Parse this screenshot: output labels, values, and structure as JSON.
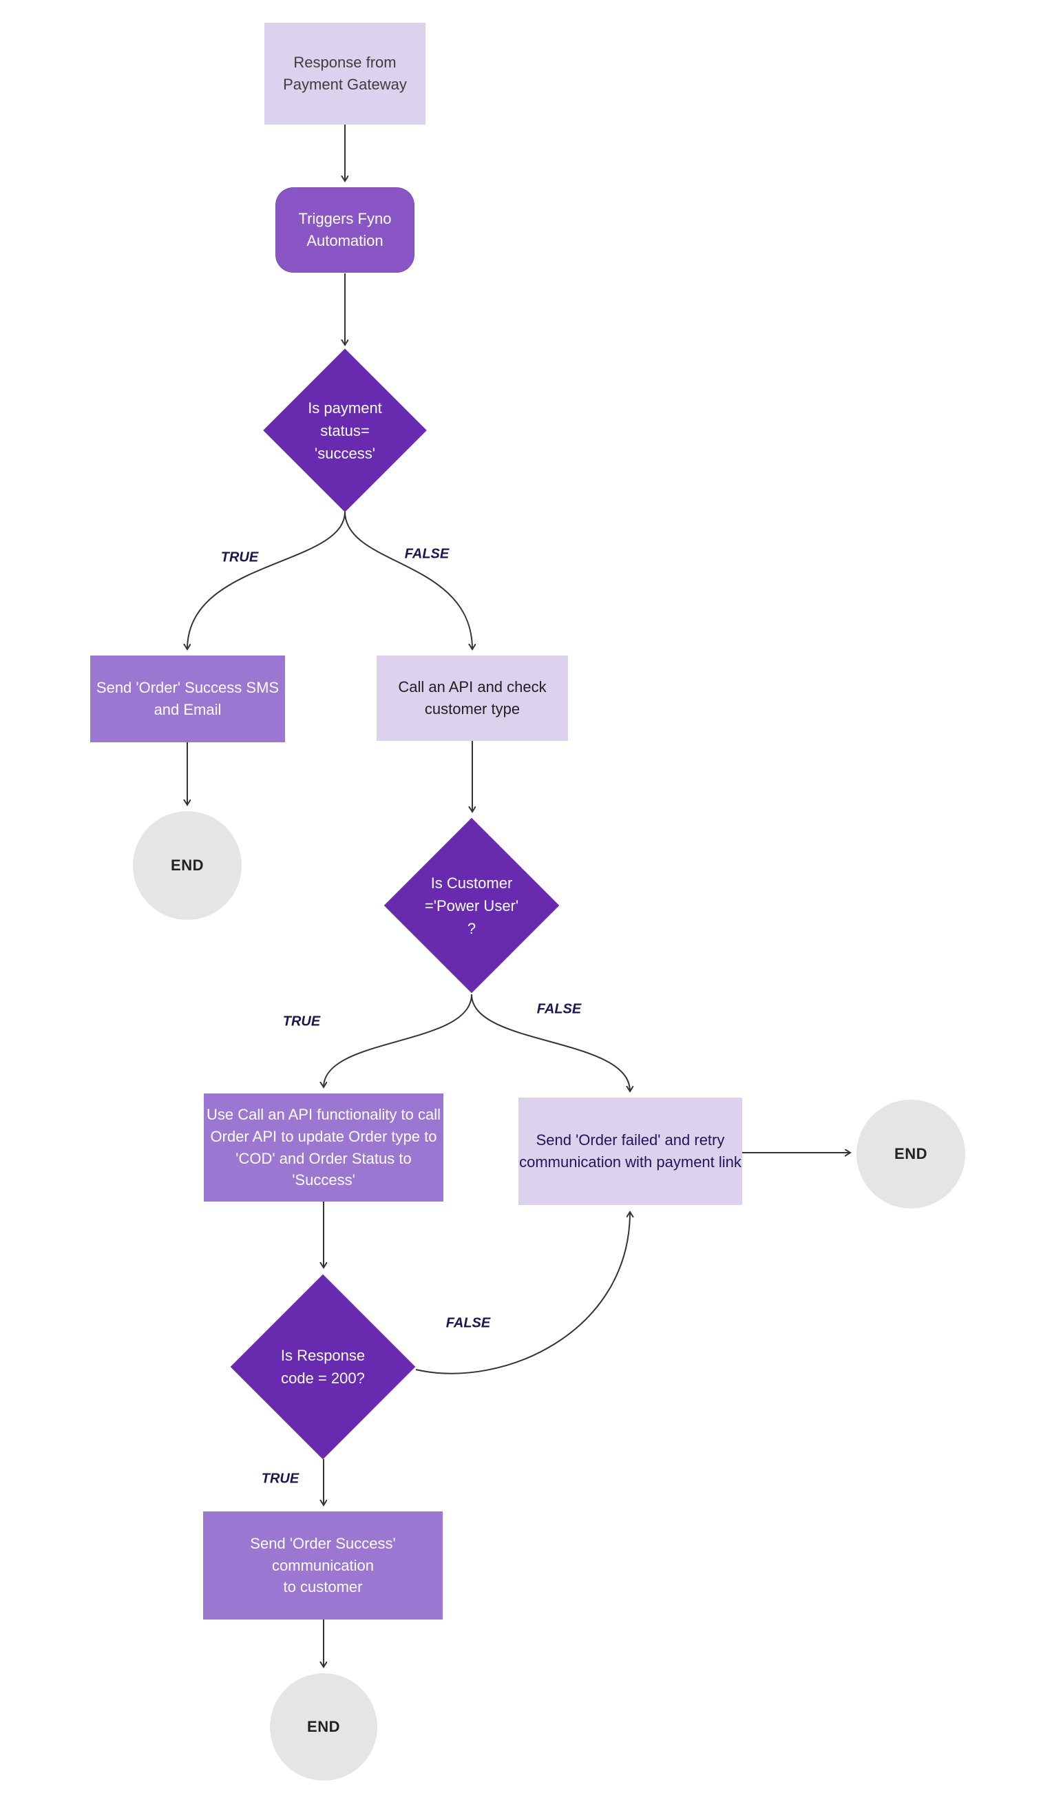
{
  "diagram": {
    "nodes": {
      "start": "Response from\nPayment Gateway",
      "trigger": "Triggers Fyno\nAutomation",
      "decision_payment": "Is payment\nstatus=\n'success'",
      "send_sms": "Send 'Order' Success SMS\nand Email",
      "call_api": "Call an API and check\ncustomer type",
      "end1": "END",
      "decision_power_user": "Is Customer\n='Power User'\n?",
      "update_order": "Use Call an API functionality to call\nOrder API to update Order type to\n'COD' and Order Status to 'Success'",
      "order_failed": "Send 'Order failed' and retry\ncommunication with payment link",
      "end2": "END",
      "decision_response": "Is Response\ncode = 200?",
      "order_success": "Send 'Order Success' communication\nto customer",
      "end3": "END"
    },
    "branch_labels": {
      "payment_true": "TRUE",
      "payment_false": "FALSE",
      "power_true": "TRUE",
      "power_false": "FALSE",
      "response_false": "FALSE",
      "response_true": "TRUE"
    },
    "colors": {
      "light_purple_box": "#ddd2ee",
      "medium_purple_box": "#9b77d2",
      "rounded_trigger_box": "#8a56c6",
      "decision_diamond": "#682bb0",
      "end_circle": "#e5e5e5",
      "edge_line": "#333333",
      "branch_label_text": "#1b164e",
      "background": "#ffffff"
    }
  }
}
